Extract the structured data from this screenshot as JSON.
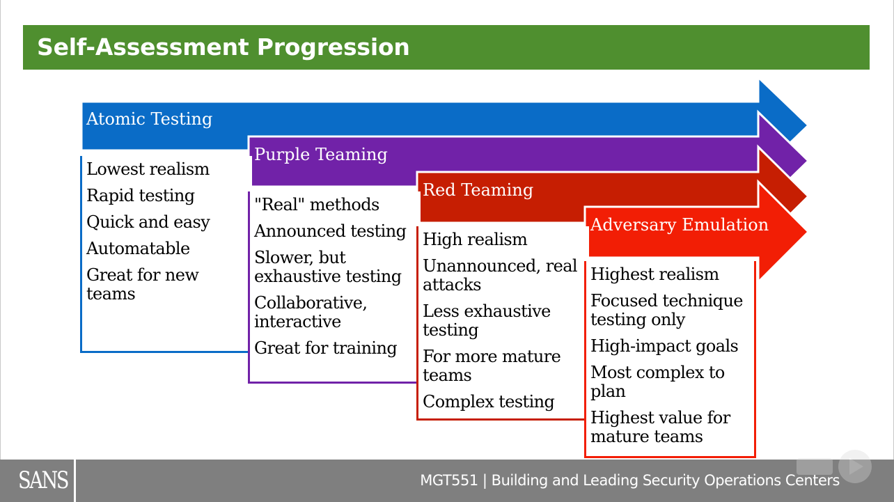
{
  "title": "Self-Assessment Progression",
  "colors": {
    "title_bar": "#4f8f2f",
    "atomic": "#0a6cc7",
    "purple": "#7122a8",
    "red": "#c61e02",
    "adversary": "#f21e05",
    "footer": "#7f7f7f"
  },
  "stages": [
    {
      "label": "Atomic Testing",
      "items": [
        "Lowest realism",
        "Rapid testing",
        "Quick and easy",
        "Automatable",
        "Great for new teams"
      ]
    },
    {
      "label": "Purple Teaming",
      "items": [
        "\"Real\" methods",
        "Announced testing",
        "Slower, but exhaustive testing",
        "Collaborative, interactive",
        "Great for training"
      ]
    },
    {
      "label": "Red Teaming",
      "items": [
        "High realism",
        "Unannounced, real attacks",
        "Less exhaustive testing",
        "For more mature teams",
        "Complex testing"
      ]
    },
    {
      "label": "Adversary Emulation",
      "items": [
        "Highest realism",
        "Focused technique testing only",
        "High-impact goals",
        "Most complex to plan",
        "Highest value for mature teams"
      ]
    }
  ],
  "footer": {
    "logo": "SANS",
    "course_text": "MGT551 | Building and Leading Security Operations Centers"
  }
}
